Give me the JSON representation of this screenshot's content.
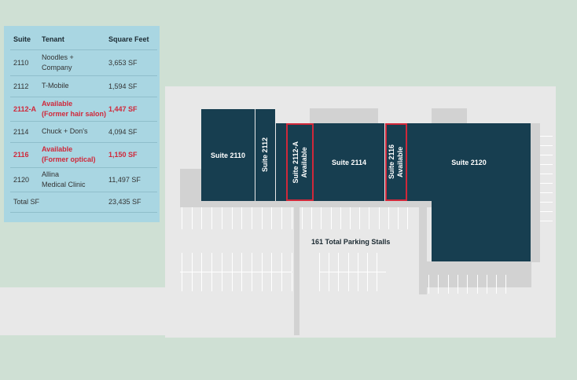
{
  "table": {
    "headers": [
      "Suite",
      "Tenant",
      "Square Feet"
    ],
    "rows": [
      {
        "suite": "2110",
        "tenant": [
          "Noodles +",
          "Company"
        ],
        "sqft": "3,653 SF",
        "available": false
      },
      {
        "suite": "2112",
        "tenant": [
          "T-Mobile"
        ],
        "sqft": "1,594 SF",
        "available": false
      },
      {
        "suite": "2112-A",
        "tenant": [
          "Available",
          "(Former hair salon)"
        ],
        "sqft": "1,447 SF",
        "available": true
      },
      {
        "suite": "2114",
        "tenant": [
          "Chuck + Don's"
        ],
        "sqft": "4,094 SF",
        "available": false
      },
      {
        "suite": "2116",
        "tenant": [
          "Available",
          "(Former optical)"
        ],
        "sqft": "1,150 SF",
        "available": true
      },
      {
        "suite": "2120",
        "tenant": [
          "Allina",
          "Medical Clinic"
        ],
        "sqft": "11,497 SF",
        "available": false
      },
      {
        "suite": "Total SF",
        "tenant": [
          ""
        ],
        "sqft": "23,435 SF",
        "available": false
      }
    ]
  },
  "plan": {
    "suite_2110": "Suite 2110",
    "suite_2112": "Suite 2112",
    "suite_2112a": [
      "Suite 2112-A",
      "Available"
    ],
    "suite_2114": "Suite 2114",
    "suite_2116": [
      "Suite 2116",
      "Available"
    ],
    "suite_2120": "Suite 2120",
    "parking_label": "161 Total Parking Stalls"
  },
  "colors": {
    "building": "#173e50",
    "available_outline": "#d0283a",
    "table_bg": "#a9d6e2",
    "map_bg": "#cfe0d4",
    "lot": "#e8e8e8"
  }
}
